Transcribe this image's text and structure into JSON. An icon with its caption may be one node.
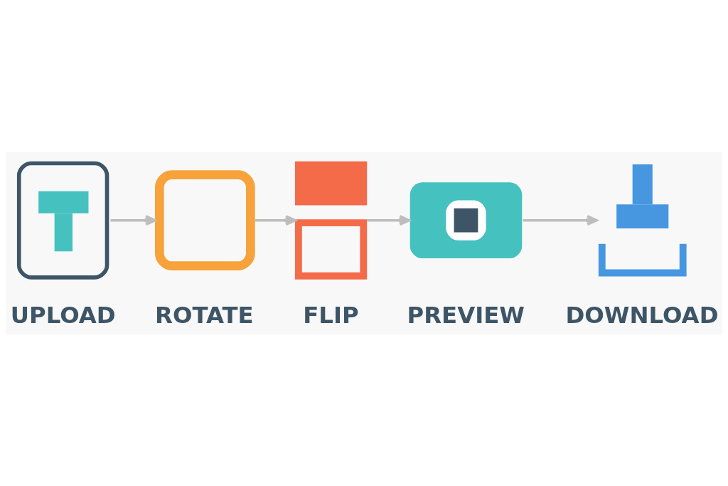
{
  "diagram": {
    "nodes": [
      {
        "text": [
          "UPLOAD"
        ]
      },
      {
        "text": [
          "ROTATE"
        ]
      },
      {
        "text": [
          "FLIP"
        ]
      },
      {
        "text": [
          "PREVIEW"
        ]
      },
      {
        "text": [
          "DOWNLOAD"
        ]
      }
    ],
    "edges": [
      {
        "from": 0,
        "to": 1,
        "arrow": "to"
      },
      {
        "from": 1,
        "to": 2,
        "arrow": "to"
      },
      {
        "from": 2,
        "to": 3,
        "arrow": "to"
      },
      {
        "from": 3,
        "to": 4,
        "arrow": "to"
      }
    ]
  }
}
